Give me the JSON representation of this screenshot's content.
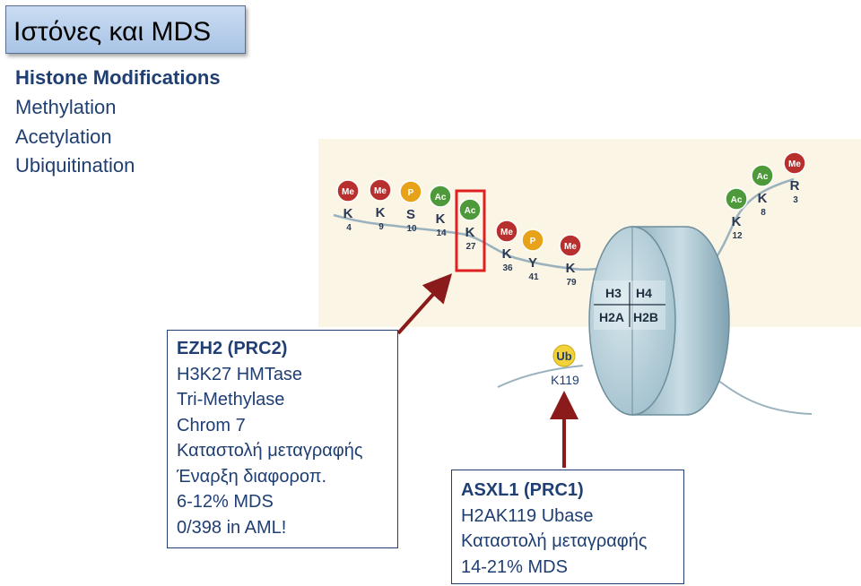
{
  "title": "Ιστόνες και MDS",
  "modifications": {
    "heading": "Histone Modifications",
    "items": [
      "Methylation",
      "Acetylation",
      "Ubiquitination"
    ]
  },
  "histone": {
    "h3_tail": [
      {
        "mark": "Me",
        "residue": "K",
        "pos": "4",
        "color": "#b8302e"
      },
      {
        "mark": "Me",
        "residue": "K",
        "pos": "9",
        "color": "#b8302e"
      },
      {
        "mark": "P",
        "residue": "S",
        "pos": "10",
        "color": "#e8a21a"
      },
      {
        "mark": "Ac",
        "residue": "K",
        "pos": "14",
        "color": "#4e9a3a"
      },
      {
        "mark": "Ac",
        "residue": "K",
        "pos": "27",
        "color": "#4e9a3a"
      },
      {
        "mark": "Me",
        "residue": "K",
        "pos": "36",
        "color": "#b8302e"
      },
      {
        "mark": "P",
        "residue": "Y",
        "pos": "41",
        "color": "#e8a21a"
      },
      {
        "mark": "Me",
        "residue": "K",
        "pos": "79",
        "color": "#b8302e"
      }
    ],
    "h4_tail": [
      {
        "mark": "Ac",
        "residue": "K",
        "pos": "12",
        "color": "#4e9a3a"
      },
      {
        "mark": "Ac",
        "residue": "K",
        "pos": "8",
        "color": "#4e9a3a"
      },
      {
        "mark": "Me",
        "residue": "R",
        "pos": "3",
        "color": "#b8302e"
      }
    ],
    "core_labels": [
      "H3",
      "H4",
      "H2A",
      "H2B"
    ],
    "ub_mark": "Ub",
    "ub_residue": "K119"
  },
  "ezh2": {
    "lines": [
      "EZH2 (PRC2)",
      "H3K27 HMTase",
      "Tri-Methylase",
      "Chrom 7",
      "Καταστολή μεταγραφής",
      "Έναρξη διαφοροπ.",
      "6-12% MDS",
      "0/398 in AML!"
    ]
  },
  "asxl1": {
    "lines": [
      "ASXL1 (PRC1)",
      "H2AK119 Ubase",
      "Καταστολή μεταγραφής",
      "14-21% MDS"
    ]
  },
  "colors": {
    "text_blue": "#1f3e72",
    "highlight_red": "#e02020",
    "arrow": "#8b1a1a",
    "background_panel": "#fbf5e6",
    "nucleosome": "#a9c4cf"
  }
}
